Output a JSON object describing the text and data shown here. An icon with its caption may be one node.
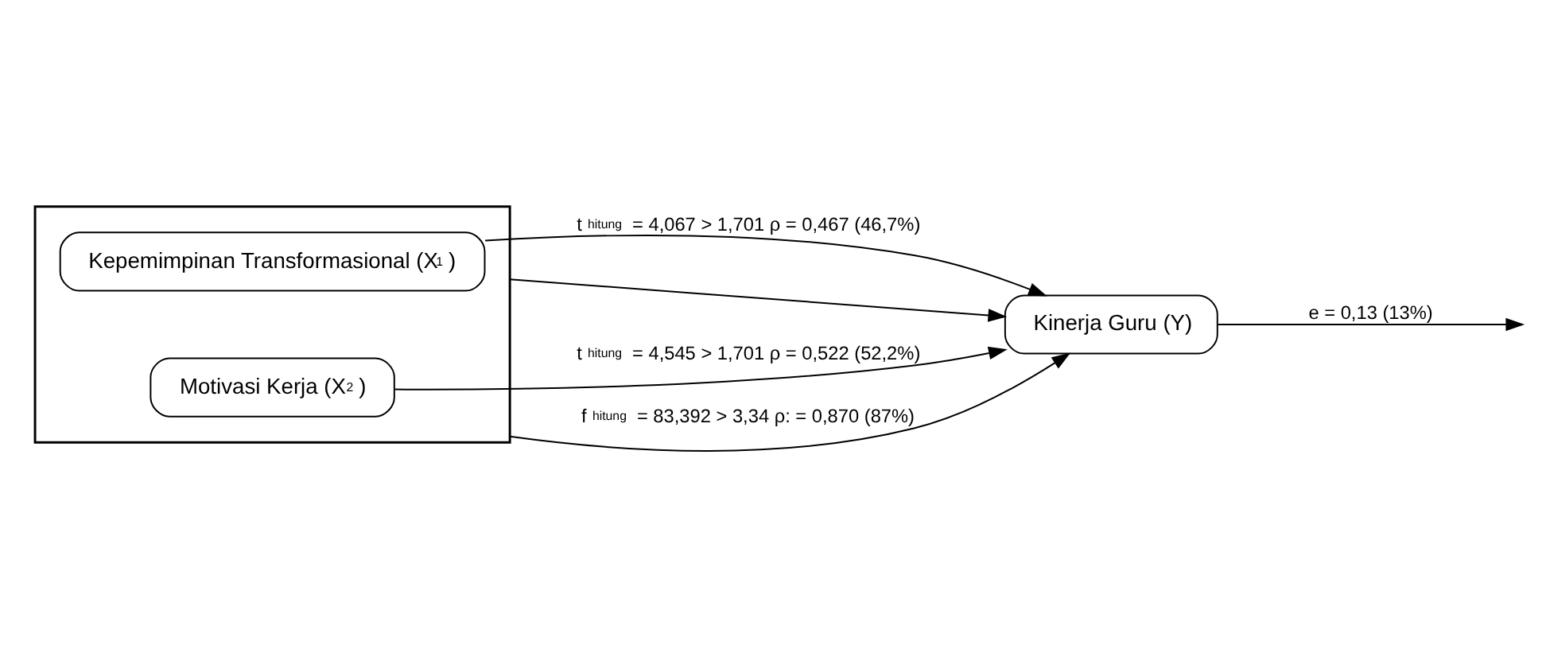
{
  "diagram": {
    "nodes": [
      {
        "text": [],
        "shape": "box"
      },
      {
        "text": [
          "Kepemimpinan Transformasional (X$_{1}$)"
        ],
        "in": 0
      },
      {
        "text": [
          "Motivasi Kerja (X$_{2}$)"
        ],
        "in": 0
      },
      {
        "text": [
          "Kinerja Guru (Y)"
        ]
      }
    ],
    "edges": [
      {
        "from": 1,
        "to": 3,
        "arrow": "to",
        "label": "t$_{hitung}$ = 4,067 > 1,701 ρ = 0,467 (46,7%)"
      },
      {
        "from": 2,
        "to": 3,
        "arrow": "to",
        "label": "t$_{hitung}$ = 4,545 > 1,701 ρ = 0,522 (52,2%)"
      },
      {
        "from": 0,
        "to": 3,
        "arrow": "to"
      },
      {
        "from": 0,
        "to": 3,
        "arrow": "to",
        "label": "f$_{hitung}$ = 83,392 > 3,34 ρ: = 0,870 (87%)"
      },
      {
        "from": 3,
        "to": null,
        "arrow": "to",
        "label": "e = 0,13 (13%)"
      }
    ]
  }
}
